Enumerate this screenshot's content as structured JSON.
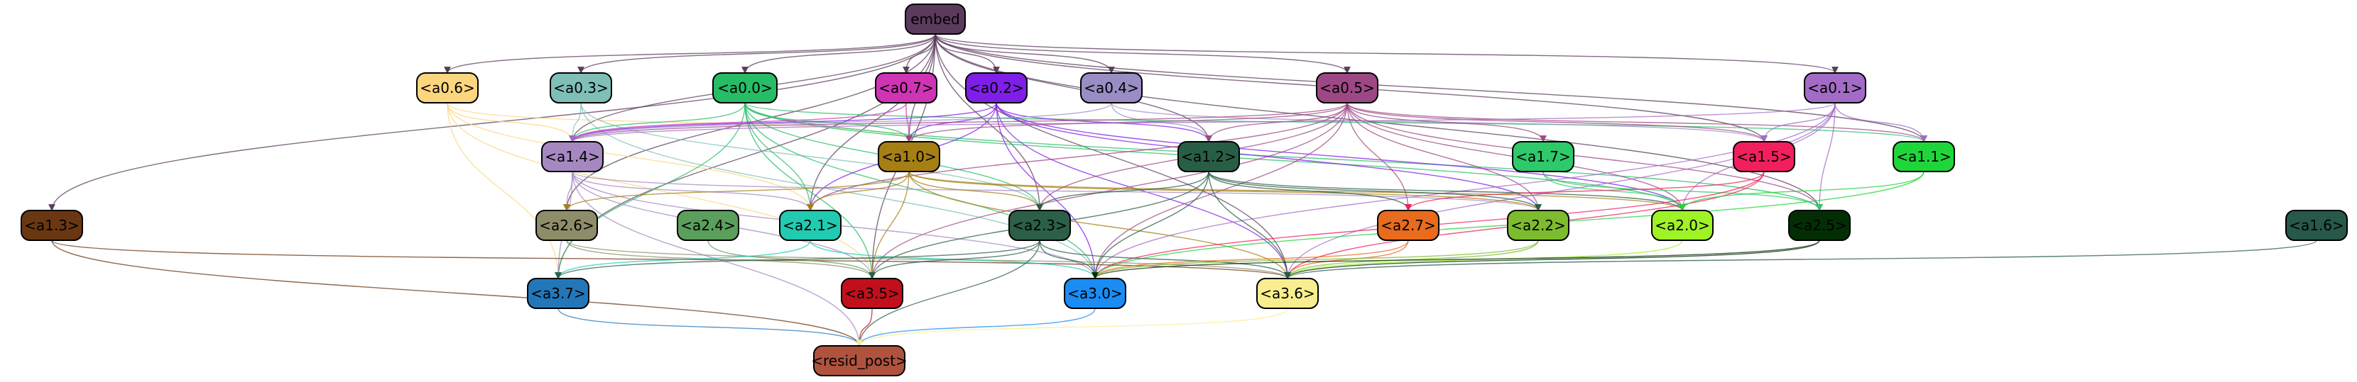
{
  "graph": {
    "nodes": [
      {
        "id": "embed",
        "label": "embed",
        "color": "#5b3b5d",
        "text": "#000000"
      },
      {
        "id": "a0.6",
        "label": "<a0.6>",
        "color": "#fcd67f",
        "text": "#000000"
      },
      {
        "id": "a0.3",
        "label": "<a0.3>",
        "color": "#7fbfb5",
        "text": "#000000"
      },
      {
        "id": "a0.0",
        "label": "<a0.0>",
        "color": "#27bc66",
        "text": "#000000"
      },
      {
        "id": "a0.7",
        "label": "<a0.7>",
        "color": "#cf34b5",
        "text": "#000000"
      },
      {
        "id": "a0.2",
        "label": "<a0.2>",
        "color": "#7f1ee8",
        "text": "#000000"
      },
      {
        "id": "a0.4",
        "label": "<a0.4>",
        "color": "#9a8dc4",
        "text": "#000000"
      },
      {
        "id": "a0.5",
        "label": "<a0.5>",
        "color": "#9d4884",
        "text": "#000000"
      },
      {
        "id": "a0.1",
        "label": "<a0.1>",
        "color": "#a26cc6",
        "text": "#000000"
      },
      {
        "id": "a1.4",
        "label": "<a1.4>",
        "color": "#a688c1",
        "text": "#000000"
      },
      {
        "id": "a1.0",
        "label": "<a1.0>",
        "color": "#a67f14",
        "text": "#000000"
      },
      {
        "id": "a1.2",
        "label": "<a1.2>",
        "color": "#285e46",
        "text": "#000000"
      },
      {
        "id": "a1.7",
        "label": "<a1.7>",
        "color": "#2ec96a",
        "text": "#000000"
      },
      {
        "id": "a1.5",
        "label": "<a1.5>",
        "color": "#f21f5e",
        "text": "#000000"
      },
      {
        "id": "a1.1",
        "label": "<a1.1>",
        "color": "#1fd63a",
        "text": "#000000"
      },
      {
        "id": "a1.3",
        "label": "<a1.3>",
        "color": "#6a3713",
        "text": "#000000"
      },
      {
        "id": "a2.6",
        "label": "<a2.6>",
        "color": "#8e8d69",
        "text": "#000000"
      },
      {
        "id": "a2.4",
        "label": "<a2.4>",
        "color": "#5a9f5b",
        "text": "#000000"
      },
      {
        "id": "a2.1",
        "label": "<a2.1>",
        "color": "#21cbb1",
        "text": "#000000"
      },
      {
        "id": "a2.3",
        "label": "<a2.3>",
        "color": "#2c5f48",
        "text": "#000000"
      },
      {
        "id": "a2.7",
        "label": "<a2.7>",
        "color": "#e86b1e",
        "text": "#000000"
      },
      {
        "id": "a2.2",
        "label": "<a2.2>",
        "color": "#7cbc2e",
        "text": "#000000"
      },
      {
        "id": "a2.0",
        "label": "<a2.0>",
        "color": "#9ff225",
        "text": "#000000"
      },
      {
        "id": "a2.5",
        "label": "<a2.5>",
        "color": "#032e05",
        "text": "#000000"
      },
      {
        "id": "a1.6",
        "label": "<a1.6>",
        "color": "#27584a",
        "text": "#000000"
      },
      {
        "id": "a3.7",
        "label": "<a3.7>",
        "color": "#2377b9",
        "text": "#000000"
      },
      {
        "id": "a3.5",
        "label": "<a3.5>",
        "color": "#c1101b",
        "text": "#000000"
      },
      {
        "id": "a3.0",
        "label": "<a3.0>",
        "color": "#1a8cf4",
        "text": "#000000"
      },
      {
        "id": "a3.6",
        "label": "<a3.6>",
        "color": "#f8ee8f",
        "text": "#000000"
      },
      {
        "id": "resid_post",
        "label": "<resid_post>",
        "color": "#b0533e",
        "text": "#000000"
      }
    ],
    "edges": [
      {
        "from": "embed",
        "to": "a0.6",
        "color": "#5b3b5d"
      },
      {
        "from": "embed",
        "to": "a0.3",
        "color": "#5b3b5d"
      },
      {
        "from": "embed",
        "to": "a0.0",
        "color": "#5b3b5d"
      },
      {
        "from": "embed",
        "to": "a0.7",
        "color": "#5b3b5d"
      },
      {
        "from": "embed",
        "to": "a0.2",
        "color": "#5b3b5d"
      },
      {
        "from": "embed",
        "to": "a0.4",
        "color": "#5b3b5d"
      },
      {
        "from": "embed",
        "to": "a0.5",
        "color": "#5b3b5d"
      },
      {
        "from": "embed",
        "to": "a0.1",
        "color": "#5b3b5d"
      },
      {
        "from": "embed",
        "to": "a1.4",
        "color": "#5b3b5d"
      },
      {
        "from": "embed",
        "to": "a1.0",
        "color": "#5b3b5d"
      },
      {
        "from": "embed",
        "to": "a1.2",
        "color": "#5b3b5d"
      },
      {
        "from": "embed",
        "to": "a1.5",
        "color": "#5b3b5d"
      },
      {
        "from": "embed",
        "to": "a1.1",
        "color": "#5b3b5d"
      },
      {
        "from": "embed",
        "to": "a1.3",
        "color": "#5b3b5d"
      },
      {
        "from": "embed",
        "to": "a2.6",
        "color": "#5b3b5d"
      },
      {
        "from": "embed",
        "to": "a2.1",
        "color": "#5b3b5d"
      },
      {
        "from": "embed",
        "to": "a2.3",
        "color": "#5b3b5d"
      },
      {
        "from": "embed",
        "to": "a2.5",
        "color": "#5b3b5d"
      },
      {
        "from": "embed",
        "to": "a3.7",
        "color": "#5b3b5d"
      },
      {
        "from": "embed",
        "to": "a3.5",
        "color": "#5b3b5d"
      },
      {
        "from": "embed",
        "to": "a3.6",
        "color": "#5b3b5d"
      },
      {
        "from": "a0.6",
        "to": "a1.4",
        "color": "#fcd67f"
      },
      {
        "from": "a0.6",
        "to": "a2.1",
        "color": "#fcd67f"
      },
      {
        "from": "a0.6",
        "to": "a3.5",
        "color": "#fcd67f"
      },
      {
        "from": "a0.6",
        "to": "a3.7",
        "color": "#fcd67f"
      },
      {
        "from": "a0.6",
        "to": "a1.0",
        "color": "#fcd67f"
      },
      {
        "from": "a0.3",
        "to": "a1.4",
        "color": "#7fbfb5"
      },
      {
        "from": "a0.3",
        "to": "a2.3",
        "color": "#7fbfb5"
      },
      {
        "from": "a0.3",
        "to": "a3.0",
        "color": "#7fbfb5"
      },
      {
        "from": "a0.0",
        "to": "a1.4",
        "color": "#27bc66"
      },
      {
        "from": "a0.0",
        "to": "a1.0",
        "color": "#27bc66"
      },
      {
        "from": "a0.0",
        "to": "a1.1",
        "color": "#27bc66"
      },
      {
        "from": "a0.0",
        "to": "a2.1",
        "color": "#27bc66"
      },
      {
        "from": "a0.0",
        "to": "a2.3",
        "color": "#27bc66"
      },
      {
        "from": "a0.0",
        "to": "a2.0",
        "color": "#27bc66"
      },
      {
        "from": "a0.0",
        "to": "a2.5",
        "color": "#27bc66"
      },
      {
        "from": "a0.0",
        "to": "a3.7",
        "color": "#27bc66"
      },
      {
        "from": "a0.0",
        "to": "a3.5",
        "color": "#27bc66"
      },
      {
        "from": "a0.0",
        "to": "a3.0",
        "color": "#27bc66"
      },
      {
        "from": "a0.7",
        "to": "a1.0",
        "color": "#cf34b5"
      },
      {
        "from": "a0.7",
        "to": "a1.4",
        "color": "#cf34b5"
      },
      {
        "from": "a0.2",
        "to": "a1.4",
        "color": "#7f1ee8"
      },
      {
        "from": "a0.2",
        "to": "a1.0",
        "color": "#7f1ee8"
      },
      {
        "from": "a0.2",
        "to": "a1.2",
        "color": "#7f1ee8"
      },
      {
        "from": "a0.2",
        "to": "a2.1",
        "color": "#7f1ee8"
      },
      {
        "from": "a0.2",
        "to": "a2.2",
        "color": "#7f1ee8"
      },
      {
        "from": "a0.2",
        "to": "a2.0",
        "color": "#7f1ee8"
      },
      {
        "from": "a0.2",
        "to": "a3.0",
        "color": "#7f1ee8"
      },
      {
        "from": "a0.2",
        "to": "a3.6",
        "color": "#7f1ee8"
      },
      {
        "from": "a0.4",
        "to": "a1.4",
        "color": "#9a8dc4"
      },
      {
        "from": "a0.4",
        "to": "a1.2",
        "color": "#9a8dc4"
      },
      {
        "from": "a0.4",
        "to": "a1.5",
        "color": "#9a8dc4"
      },
      {
        "from": "a0.5",
        "to": "a1.4",
        "color": "#9d4884"
      },
      {
        "from": "a0.5",
        "to": "a1.0",
        "color": "#9d4884"
      },
      {
        "from": "a0.5",
        "to": "a1.2",
        "color": "#9d4884"
      },
      {
        "from": "a0.5",
        "to": "a1.7",
        "color": "#9d4884"
      },
      {
        "from": "a0.5",
        "to": "a1.5",
        "color": "#9d4884"
      },
      {
        "from": "a0.5",
        "to": "a1.1",
        "color": "#9d4884"
      },
      {
        "from": "a0.5",
        "to": "a2.1",
        "color": "#9d4884"
      },
      {
        "from": "a0.5",
        "to": "a2.3",
        "color": "#9d4884"
      },
      {
        "from": "a0.5",
        "to": "a2.7",
        "color": "#9d4884"
      },
      {
        "from": "a0.5",
        "to": "a2.2",
        "color": "#9d4884"
      },
      {
        "from": "a0.5",
        "to": "a2.0",
        "color": "#9d4884"
      },
      {
        "from": "a0.5",
        "to": "a2.5",
        "color": "#9d4884"
      },
      {
        "from": "a0.5",
        "to": "a3.5",
        "color": "#9d4884"
      },
      {
        "from": "a0.5",
        "to": "a3.0",
        "color": "#9d4884"
      },
      {
        "from": "a0.1",
        "to": "a1.4",
        "color": "#a26cc6"
      },
      {
        "from": "a0.1",
        "to": "a1.5",
        "color": "#a26cc6"
      },
      {
        "from": "a0.1",
        "to": "a1.1",
        "color": "#a26cc6"
      },
      {
        "from": "a0.1",
        "to": "a2.0",
        "color": "#a26cc6"
      },
      {
        "from": "a0.1",
        "to": "a2.5",
        "color": "#a26cc6"
      },
      {
        "from": "a0.1",
        "to": "a3.0",
        "color": "#a26cc6"
      },
      {
        "from": "a0.1",
        "to": "a3.6",
        "color": "#a26cc6"
      },
      {
        "from": "a1.4",
        "to": "a2.6",
        "color": "#a688c1"
      },
      {
        "from": "a1.4",
        "to": "a2.1",
        "color": "#a688c1"
      },
      {
        "from": "a1.4",
        "to": "a2.2",
        "color": "#a688c1"
      },
      {
        "from": "a1.4",
        "to": "a3.7",
        "color": "#a688c1"
      },
      {
        "from": "a1.4",
        "to": "a3.5",
        "color": "#a688c1"
      },
      {
        "from": "a1.4",
        "to": "a3.0",
        "color": "#a688c1"
      },
      {
        "from": "a1.4",
        "to": "resid_post",
        "color": "#a688c1"
      },
      {
        "from": "a1.0",
        "to": "a2.6",
        "color": "#a67f14"
      },
      {
        "from": "a1.0",
        "to": "a2.1",
        "color": "#a67f14"
      },
      {
        "from": "a1.0",
        "to": "a2.3",
        "color": "#a67f14"
      },
      {
        "from": "a1.0",
        "to": "a2.2",
        "color": "#a67f14"
      },
      {
        "from": "a1.0",
        "to": "a2.0",
        "color": "#a67f14"
      },
      {
        "from": "a1.0",
        "to": "a3.5",
        "color": "#a67f14"
      },
      {
        "from": "a1.0",
        "to": "a3.6",
        "color": "#a67f14"
      },
      {
        "from": "a1.2",
        "to": "a2.3",
        "color": "#285e46"
      },
      {
        "from": "a1.2",
        "to": "a2.7",
        "color": "#285e46"
      },
      {
        "from": "a1.2",
        "to": "a2.2",
        "color": "#285e46"
      },
      {
        "from": "a1.2",
        "to": "a2.0",
        "color": "#285e46"
      },
      {
        "from": "a1.2",
        "to": "a3.5",
        "color": "#285e46"
      },
      {
        "from": "a1.2",
        "to": "a3.0",
        "color": "#285e46"
      },
      {
        "from": "a1.2",
        "to": "a3.6",
        "color": "#285e46"
      },
      {
        "from": "a1.7",
        "to": "a2.0",
        "color": "#2ec96a"
      },
      {
        "from": "a1.7",
        "to": "a2.5",
        "color": "#2ec96a"
      },
      {
        "from": "a1.5",
        "to": "a2.7",
        "color": "#f21f5e"
      },
      {
        "from": "a1.5",
        "to": "a3.0",
        "color": "#f21f5e"
      },
      {
        "from": "a1.5",
        "to": "a3.6",
        "color": "#f21f5e"
      },
      {
        "from": "a1.1",
        "to": "a2.0",
        "color": "#1fd63a"
      },
      {
        "from": "a1.1",
        "to": "a3.0",
        "color": "#1fd63a"
      },
      {
        "from": "a1.3",
        "to": "a3.6",
        "color": "#6a3713"
      },
      {
        "from": "a1.3",
        "to": "resid_post",
        "color": "#6a3713"
      },
      {
        "from": "a2.6",
        "to": "a3.5",
        "color": "#8e8d69"
      },
      {
        "from": "a2.6",
        "to": "a3.6",
        "color": "#8e8d69"
      },
      {
        "from": "a2.4",
        "to": "a3.5",
        "color": "#5a9f5b"
      },
      {
        "from": "a2.1",
        "to": "a3.7",
        "color": "#21cbb1"
      },
      {
        "from": "a2.1",
        "to": "a3.0",
        "color": "#21cbb1"
      },
      {
        "from": "a2.3",
        "to": "a3.7",
        "color": "#2c5f48"
      },
      {
        "from": "a2.3",
        "to": "a3.5",
        "color": "#2c5f48"
      },
      {
        "from": "a2.3",
        "to": "a3.0",
        "color": "#2c5f48"
      },
      {
        "from": "a2.3",
        "to": "a3.6",
        "color": "#2c5f48"
      },
      {
        "from": "a2.3",
        "to": "resid_post",
        "color": "#2c5f48"
      },
      {
        "from": "a2.7",
        "to": "a3.0",
        "color": "#e86b1e"
      },
      {
        "from": "a2.7",
        "to": "a3.6",
        "color": "#e86b1e"
      },
      {
        "from": "a2.2",
        "to": "a3.0",
        "color": "#7cbc2e"
      },
      {
        "from": "a2.2",
        "to": "a3.6",
        "color": "#7cbc2e"
      },
      {
        "from": "a2.0",
        "to": "a3.6",
        "color": "#9ff225"
      },
      {
        "from": "a2.5",
        "to": "a3.0",
        "color": "#032e05"
      },
      {
        "from": "a2.5",
        "to": "a3.6",
        "color": "#032e05"
      },
      {
        "from": "a1.6",
        "to": "a3.6",
        "color": "#27584a"
      },
      {
        "from": "a3.7",
        "to": "resid_post",
        "color": "#2377b9"
      },
      {
        "from": "a3.5",
        "to": "resid_post",
        "color": "#c1101b"
      },
      {
        "from": "a3.0",
        "to": "resid_post",
        "color": "#1a8cf4"
      },
      {
        "from": "a3.6",
        "to": "resid_post",
        "color": "#f8ee8f"
      }
    ]
  }
}
